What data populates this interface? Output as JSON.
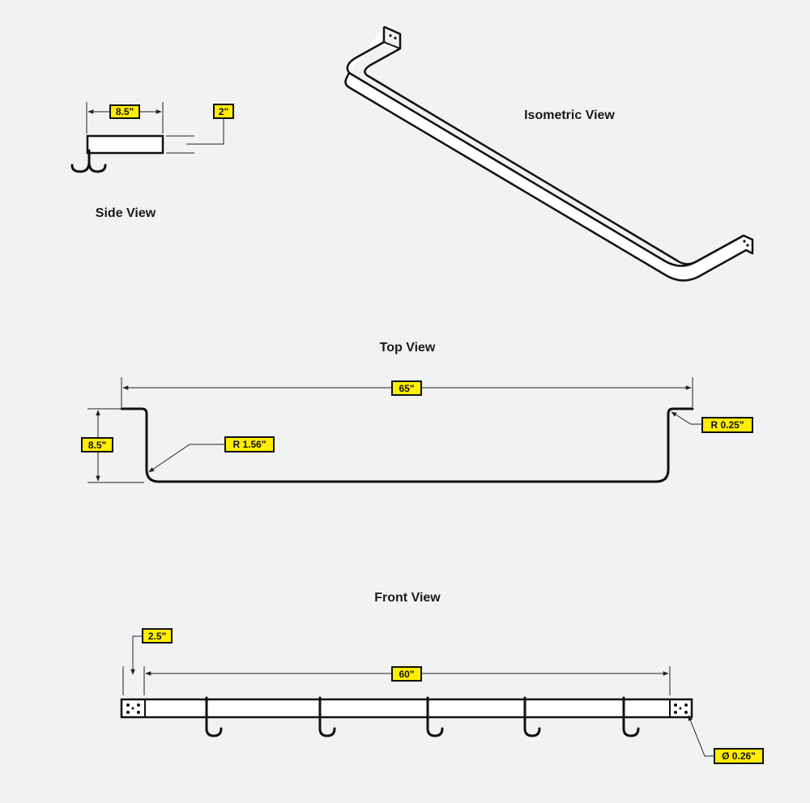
{
  "views": {
    "side": "Side View",
    "isometric": "Isometric View",
    "top": "Top View",
    "front": "Front View"
  },
  "dimensions": {
    "side_length": "8.5\"",
    "side_height": "2\"",
    "top_width": "65\"",
    "top_depth": "8.5\"",
    "top_radius_large": "R 1.56\"",
    "top_radius_small": "R 0.25\"",
    "front_length": "60\"",
    "front_offset": "2.5\"",
    "front_hole": "Ø 0.26\""
  },
  "colors": {
    "background": "#f1f2f4",
    "label_fill": "#ffee00",
    "label_border": "#111111",
    "line": "#111111"
  }
}
